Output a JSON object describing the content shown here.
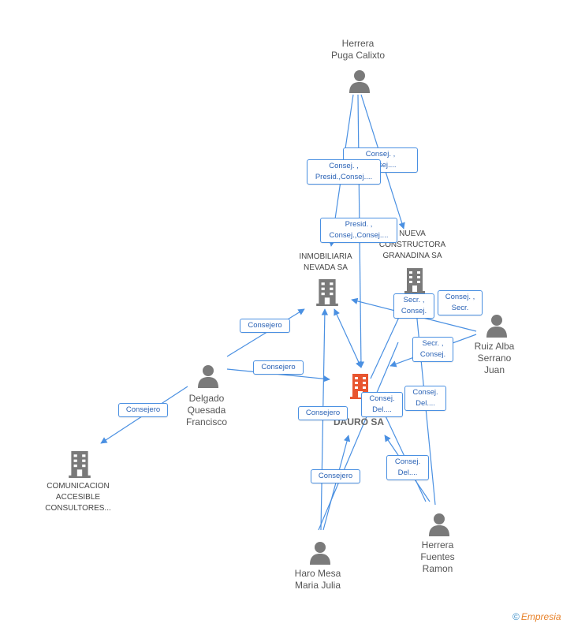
{
  "colors": {
    "edge": "#4a90e2",
    "person": "#7a7a7a",
    "company": "#7a7a7a",
    "main_company": "#e8552f"
  },
  "nodes": {
    "herrera_puga": {
      "lines": [
        "Herrera",
        "Puga Calixto"
      ],
      "icon": "person-icon"
    },
    "nueva_constructora": {
      "lines": [
        "NUEVA",
        "CONSTRUCTORA",
        "GRANADINA SA"
      ],
      "icon": "building-icon"
    },
    "inmobiliaria_nevada": {
      "lines": [
        "INMOBILIARIA",
        "NEVADA SA"
      ],
      "icon": "building-icon"
    },
    "ruiz_alba": {
      "lines": [
        "Ruiz Alba",
        "Serrano",
        "Juan"
      ],
      "icon": "person-icon"
    },
    "delgado_quesada": {
      "lines": [
        "Delgado",
        "Quesada",
        "Francisco"
      ],
      "icon": "person-icon"
    },
    "dauro": {
      "lines": [
        "DAURO SA"
      ],
      "icon": "building-icon"
    },
    "comunicacion": {
      "lines": [
        "COMUNICACION",
        "ACCESIBLE",
        "CONSULTORES..."
      ],
      "icon": "building-icon"
    },
    "herrera_fuentes": {
      "lines": [
        "Herrera",
        "Fuentes",
        "Ramon"
      ],
      "icon": "person-icon"
    },
    "haro_mesa": {
      "lines": [
        "Haro Mesa",
        "Maria Julia"
      ],
      "icon": "person-icon"
    }
  },
  "edge_labels": {
    "e1": [
      "Consej. ,",
      "Consej...."
    ],
    "e2": [
      "Consej. ,",
      "Presid.,Consej...."
    ],
    "e3": [
      "Presid. ,",
      "Consej.,Consej...."
    ],
    "e4": [
      "Secr. ,",
      "Consej."
    ],
    "e5": [
      "Consej. ,",
      "Secr."
    ],
    "e6": [
      "Secr. ,",
      "Consej."
    ],
    "e7": [
      "Consejero"
    ],
    "e8": [
      "Consejero"
    ],
    "e9": [
      "Consejero"
    ],
    "e10": [
      "Consej.",
      "Del...."
    ],
    "e11": [
      "Consej.",
      "Del...."
    ],
    "e12": [
      "Consejero"
    ],
    "e13": [
      "Consejero"
    ],
    "e14": [
      "Consej.",
      "Del...."
    ]
  },
  "branding": {
    "copyright": "©",
    "name": "Empresia"
  }
}
